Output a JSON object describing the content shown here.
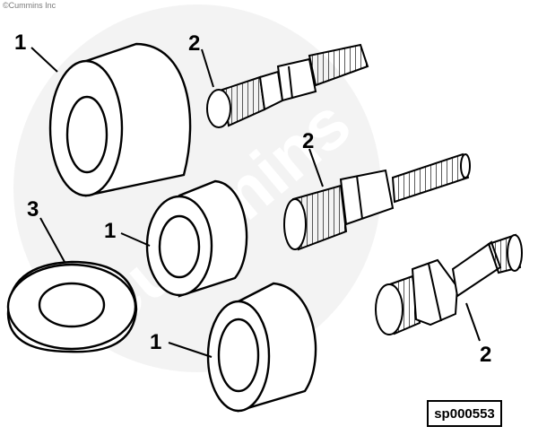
{
  "copyright": "©Cummins Inc",
  "watermark": "Cummins",
  "figure_id": "sp000553",
  "callouts": {
    "large_adapter": "1",
    "middle_adapter": "1",
    "lower_adapter": "1",
    "upper_stud": "2",
    "middle_stud": "2",
    "lower_fitting": "2",
    "washer": "3"
  }
}
